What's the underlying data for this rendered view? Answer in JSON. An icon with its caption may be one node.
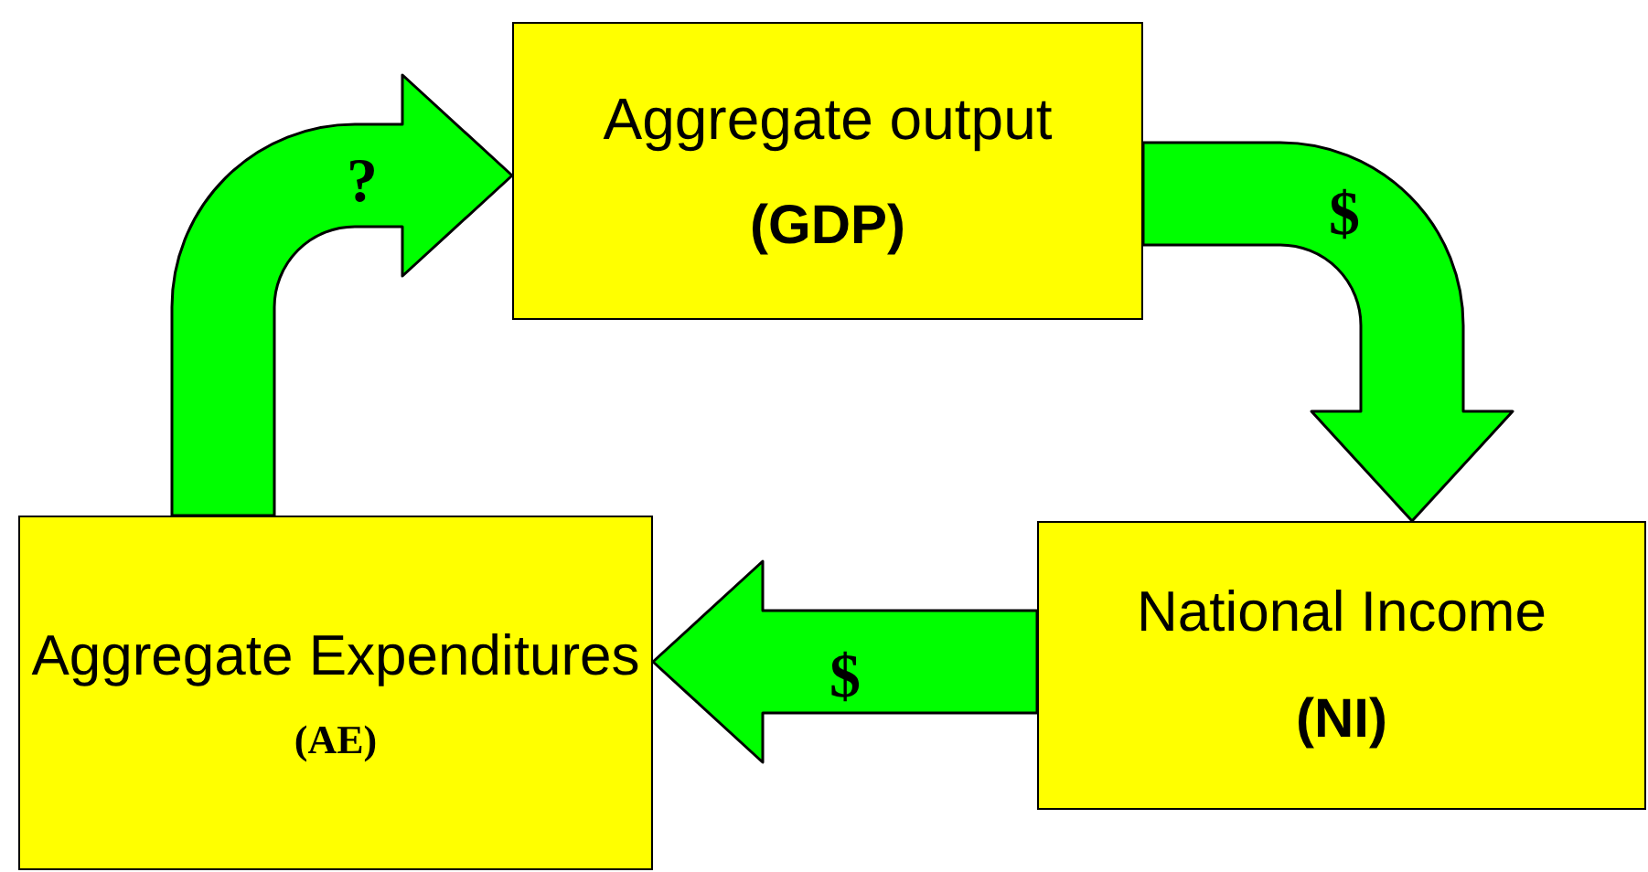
{
  "diagram": {
    "nodes": [
      {
        "text": [
          "Aggregate output",
          "(GDP)"
        ]
      },
      {
        "text": [
          "National Income",
          "(NI)"
        ]
      },
      {
        "text": [
          "Aggregate Expenditures",
          "(AE)"
        ]
      }
    ],
    "edges": [
      {
        "from": 0,
        "to": 1,
        "arrow": "to",
        "label": "$"
      },
      {
        "from": 1,
        "to": 2,
        "arrow": "to",
        "label": "$"
      },
      {
        "from": 2,
        "to": 0,
        "arrow": "to",
        "label": "?"
      }
    ]
  }
}
